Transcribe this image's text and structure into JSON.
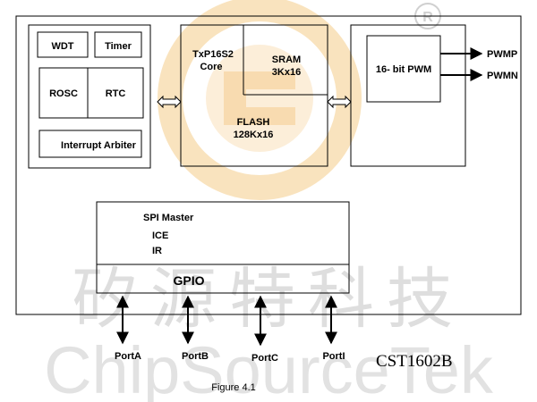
{
  "watermark": {
    "chinese_text": "矽源特科技",
    "latin_text": "ChipSourceTek",
    "registered_mark": "®",
    "colors": {
      "logo_ring": "#f7d9a8",
      "logo_inner": "#fbe6c6",
      "watermark_text": "#d9d9d9"
    }
  },
  "blocks": {
    "wdt": "WDT",
    "timer": "Timer",
    "rosc": "ROSC",
    "rtc": "RTC",
    "interrupt_arbiter": "Interrupt Arbiter",
    "core_line1": "TxP16S2",
    "core_line2": "Core",
    "sram_line1": "SRAM",
    "sram_line2": "3Kx16",
    "flash_line1": "FLASH",
    "flash_line2": "128Kx16",
    "pwm": "16- bit PWM",
    "spi_master": "SPI Master",
    "ice": "ICE",
    "ir": "IR",
    "gpio": "GPIO"
  },
  "outputs": {
    "pwmp": "PWMP",
    "pwmn": "PWMN"
  },
  "ports": {
    "a": "PortA",
    "b": "PortB",
    "c": "PortC",
    "i": "PortI"
  },
  "part_number": "CST1602B",
  "caption": "Figure 4.1"
}
